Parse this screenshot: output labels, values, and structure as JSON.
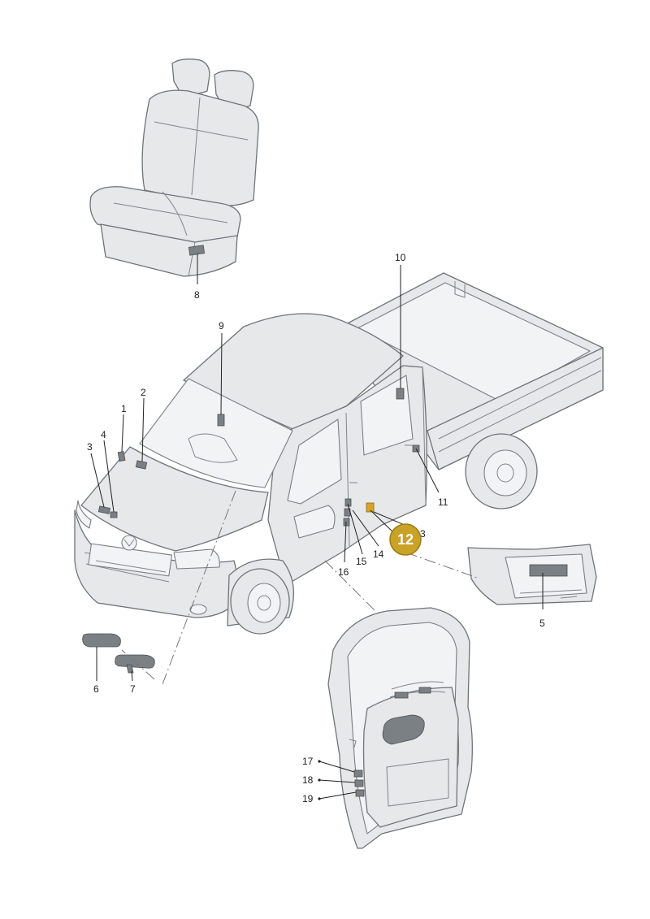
{
  "callouts": [
    {
      "id": "1",
      "label": "1"
    },
    {
      "id": "2",
      "label": "2"
    },
    {
      "id": "3a",
      "label": "3"
    },
    {
      "id": "3b",
      "label": "3"
    },
    {
      "id": "4",
      "label": "4"
    },
    {
      "id": "5",
      "label": "5"
    },
    {
      "id": "6",
      "label": "6"
    },
    {
      "id": "7",
      "label": "7"
    },
    {
      "id": "8",
      "label": "8"
    },
    {
      "id": "9",
      "label": "9"
    },
    {
      "id": "10",
      "label": "10"
    },
    {
      "id": "11",
      "label": "11"
    },
    {
      "id": "14",
      "label": "14"
    },
    {
      "id": "15",
      "label": "15"
    },
    {
      "id": "16",
      "label": "16"
    },
    {
      "id": "17",
      "label": "17"
    },
    {
      "id": "18",
      "label": "18"
    },
    {
      "id": "19",
      "label": "19"
    }
  ],
  "highlight": {
    "label": "12",
    "color": "#c9a227",
    "border": "#9e7d15"
  },
  "colors": {
    "outline": "#6f7479",
    "fill": "#e6e8ea",
    "part": "#7b8085",
    "accent_part": "#d9a32a"
  }
}
